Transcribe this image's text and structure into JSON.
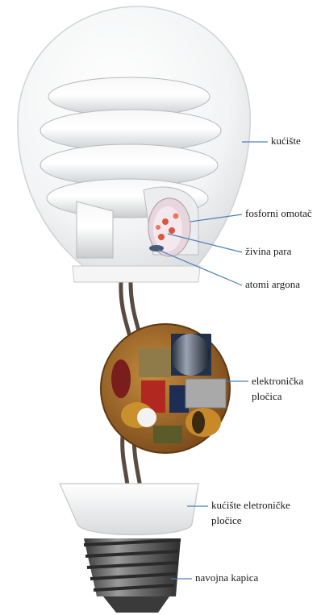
{
  "labels": {
    "housing": "kućište",
    "phosphor_coating": "fosforni omotač",
    "mercury_vapor": "živina para",
    "argon_atoms": "atomi argona",
    "circuit_board_line1": "elektronička",
    "circuit_board_line2": "pločica",
    "board_housing_line1": "kućište eletroničke",
    "board_housing_line2": "pločice",
    "screw_cap": "navojna kapica"
  },
  "colors": {
    "leader_line": "#4a80b8",
    "bulb_glass": "#f2f3f4",
    "tube": "#e8e9ea",
    "circuit_board": "#a8702c",
    "wires": "#5b4a40",
    "screw_base": "#6e6e6e"
  }
}
